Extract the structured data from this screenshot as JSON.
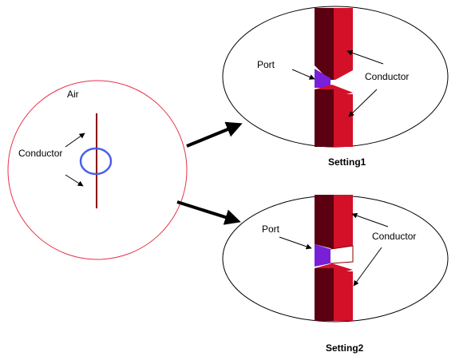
{
  "left_view": {
    "air_label": "Air",
    "conductor_label": "Conductor"
  },
  "setting1": {
    "port_label": "Port",
    "conductor_label": "Conductor",
    "caption": "Setting1"
  },
  "setting2": {
    "port_label": "Port",
    "conductor_label": "Conductor",
    "caption": "Setting2"
  },
  "colors": {
    "air_boundary": "#e8324a",
    "conductor_line": "#8b0000",
    "zoom_circle": "#4a5ee8",
    "conductor_dark": "#5a0010",
    "conductor_light": "#d41028",
    "port": "#7a1fd8",
    "arrow": "#000000"
  }
}
